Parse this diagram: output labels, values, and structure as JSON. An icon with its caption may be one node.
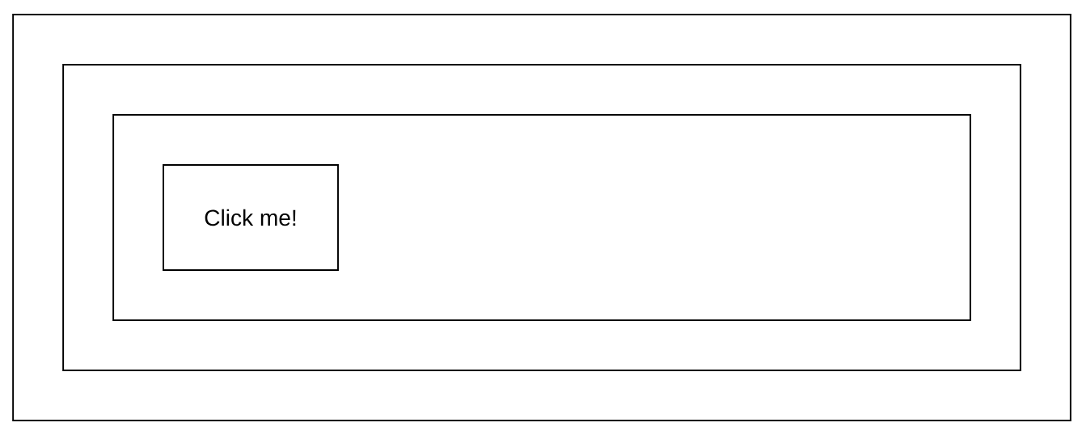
{
  "diagram": {
    "nodes": [
      {
        "text": [],
        "shape": "box"
      },
      {
        "text": [],
        "shape": "box",
        "in": 0
      },
      {
        "text": [],
        "shape": "box",
        "in": 1
      },
      {
        "text": [
          "Click me!"
        ],
        "in": 2
      }
    ]
  }
}
